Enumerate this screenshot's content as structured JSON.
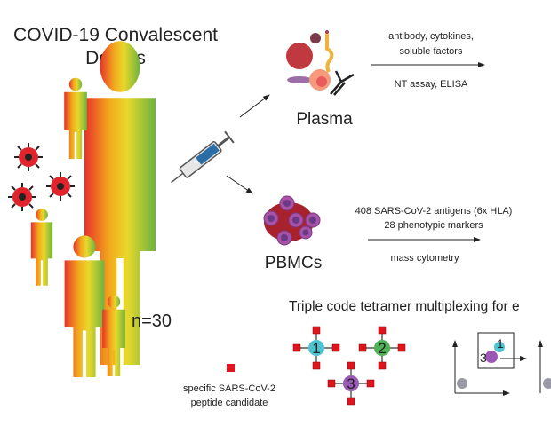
{
  "donors": {
    "title_line1": "COVID-19 Convalescent",
    "title_line2": "Donors",
    "count": "n=30"
  },
  "plasma": {
    "label": "Plasma",
    "analytes_line1": "antibody, cytokines,",
    "analytes_line2": "soluble factors",
    "method": "NT assay, ELISA"
  },
  "pbmcs": {
    "label": "PBMCs",
    "line1": "408 SARS-CoV-2 antigens (6x HLA)",
    "line2": "28 phenotypic markers",
    "method": "mass cytometry"
  },
  "multiplexing": {
    "title": "Triple code tetramer multiplexing for e",
    "tetramers": [
      {
        "code": "1",
        "color": "#4fc3cf"
      },
      {
        "code": "2",
        "color": "#4fb256"
      },
      {
        "code": "3",
        "color": "#9b59b6"
      }
    ],
    "plot_codes": [
      "1",
      "3"
    ]
  },
  "legend": {
    "line1": "specific SARS-CoV-2",
    "line2": "peptide candidate",
    "color": "#e0141e"
  },
  "colors": {
    "gradient": [
      "#e8312a",
      "#f2a91d",
      "#e8e02a",
      "#6db33f"
    ],
    "virus": "#e0242b"
  }
}
